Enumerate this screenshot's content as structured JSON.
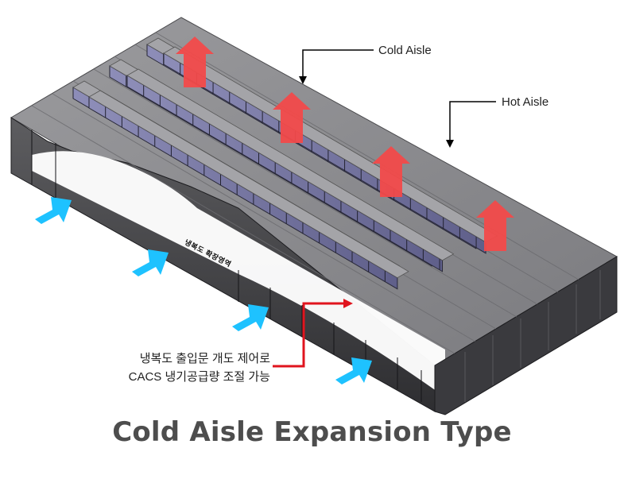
{
  "title": "Cold Aisle Expansion Type",
  "labels": {
    "cold_aisle": "Cold Aisle",
    "hot_aisle": "Hot Aisle",
    "control_line1": "냉복도 출입문 개도 제어로",
    "control_line2": "CACS 냉기공급량 조절 가능",
    "expansion_zone": "냉복도 확장영역"
  },
  "colors": {
    "cold_air_arrow": "#1ec2ff",
    "hot_air_arrow": "#f24a4a",
    "pointer_red": "#e0141e",
    "pointer_black": "#000000",
    "structure_gray": "#8c8c8e",
    "rack_purple": "#7c7ca8",
    "title_gray": "#4d4d4d"
  },
  "counts": {
    "cold_air_arrows": 4,
    "hot_air_arrows": 4
  }
}
